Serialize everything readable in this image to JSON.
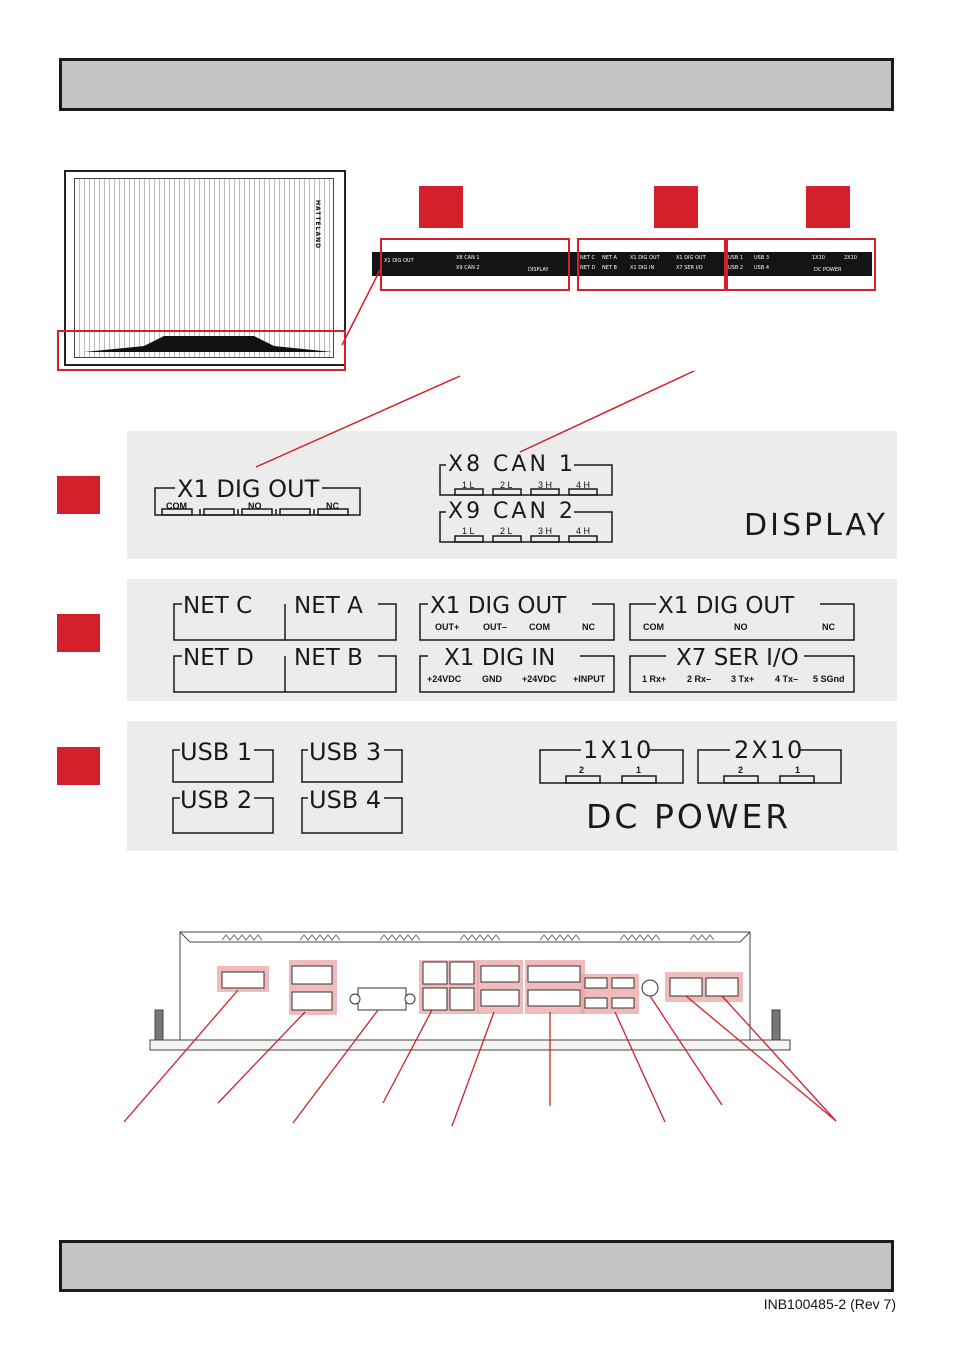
{
  "display_group": {
    "x1_dig_out": "X1 DIG OUT",
    "x1_pins": [
      "COM",
      "NO",
      "NC"
    ],
    "x8_can1": "X8 CAN 1",
    "x9_can2": "X9 CAN 2",
    "can_pins": [
      "1 L",
      "2 L",
      "3 H",
      "4 H"
    ],
    "display_label": "DISPLAY"
  },
  "net_group": {
    "net_c": "NET  C",
    "net_a": "NET  A",
    "net_d": "NET  D",
    "net_b": "NET  B",
    "x1_dig_out_a": "X1 DIG OUT",
    "x1_dig_out_a_pins": [
      "OUT+",
      "OUT–",
      "COM",
      "NC"
    ],
    "x1_dig_out_b": "X1 DIG OUT",
    "x1_dig_out_b_pins": [
      "COM",
      "NO",
      "NC"
    ],
    "x1_dig_in": "X1 DIG IN",
    "x1_dig_in_pins": [
      "+24VDC",
      "GND",
      "+24VDC",
      "+INPUT"
    ],
    "x7_ser_io": "X7 SER I/O",
    "x7_pins": [
      "1 Rx+",
      "2 Rx–",
      "3 Tx+",
      "4 Tx–",
      "5 SGnd"
    ]
  },
  "usb_group": {
    "usb1": "USB  1",
    "usb2": "USB  2",
    "usb3": "USB  3",
    "usb4": "USB  4",
    "p1x10": "1X10",
    "p2x10": "2X10",
    "pow_pins": [
      "2",
      "1"
    ],
    "dc_power": "DC  POWER"
  },
  "thumb": {
    "brand": "HATTELAND",
    "strip1": [
      "X1 DIG OUT",
      "X8 CAN 1",
      "X9 CAN 2",
      "DISPLAY"
    ],
    "strip2": [
      "NET C",
      "NET A",
      "NET D",
      "NET B",
      "X1 DIG OUT",
      "X1 DIG OUT",
      "X1 DIG IN",
      "X7 SER I/O"
    ],
    "strip3": [
      "USB 1",
      "USB 3",
      "USB 2",
      "USB 4",
      "1X10",
      "2X10",
      "DC POWER"
    ]
  },
  "footer": {
    "doc_id": "INB100485-2 (Rev 7)"
  },
  "colors": {
    "accent_red": "#d4202a",
    "bar_gray": "#c4c4c4",
    "panel_gray": "#ececec"
  }
}
